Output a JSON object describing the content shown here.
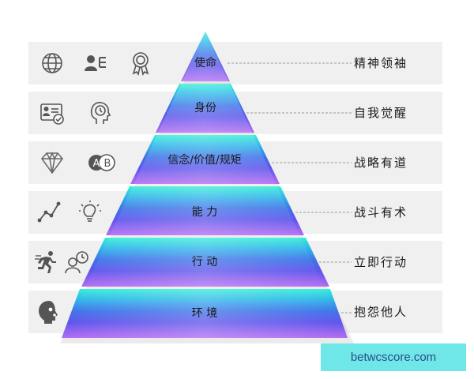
{
  "tiers": [
    {
      "label": "使命",
      "right": "精神领袖",
      "icons": [
        "globe-icon",
        "person-card-icon",
        "award-ribbon-icon"
      ]
    },
    {
      "label": "身份",
      "right": "自我觉醒",
      "icons": [
        "id-card-check-icon",
        "head-clock-icon"
      ]
    },
    {
      "label": "信念/价值/规矩",
      "right": "战略有道",
      "icons": [
        "diamond-icon",
        "ab-circles-icon"
      ]
    },
    {
      "label": "能 力",
      "right": "战斗有术",
      "icons": [
        "line-chart-icon",
        "lightbulb-icon"
      ]
    },
    {
      "label": "行 动",
      "right": "立即行动",
      "icons": [
        "running-person-icon",
        "person-clock-icon"
      ]
    },
    {
      "label": "环 境",
      "right": "抱怨他人",
      "icons": [
        "head-profile-icon"
      ]
    }
  ],
  "watermark": "betwcscore.com",
  "colors": {
    "band": "#f0f0f0",
    "pyramid_top": "#3ee8dc",
    "pyramid_mid": "#3f74e8",
    "pyramid_bottom": "#b56cf2",
    "watermark_bg": "#6fe7e8",
    "watermark_text": "#2a4c8a"
  }
}
